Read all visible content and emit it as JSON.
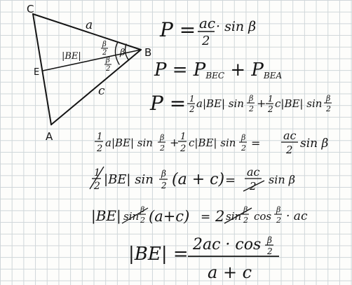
{
  "diagram": {
    "vertices": {
      "C": "C",
      "B": "B",
      "A": "A",
      "E": "E"
    },
    "side_a": "a",
    "side_c": "c",
    "bisector": "|BE|",
    "half_angle_num": "β",
    "half_angle_den": "2",
    "angle_beta": "β"
  },
  "formulas": {
    "line1": {
      "lhs": "P =",
      "frac_num": "ac",
      "frac_den": "2",
      "tail": "· sin β"
    },
    "line2": {
      "lhs": "P = P",
      "sub1": "BEC",
      "mid": " + P",
      "sub2": "BEA"
    },
    "line3": {
      "lhs": "P =",
      "h_num": "1",
      "h_den": "2",
      "t1": "a|BE| sin",
      "b_num": "β",
      "b_den": "2",
      "plus": "+",
      "t2": "c|BE| sin"
    },
    "line4": {
      "h_num": "1",
      "h_den": "2",
      "t1": "a|BE| sin",
      "b_num": "β",
      "b_den": "2",
      "plus": "+",
      "t2": "c|BE| sin",
      "eq": "=",
      "r_num": "ac",
      "r_den": "2",
      "tail": "sin β"
    },
    "line5": {
      "h_num": "1",
      "h_den": "2",
      "t1": "|BE| sin",
      "b_num": "β",
      "b_den": "2",
      "paren": "(a + c)",
      "eq": "=",
      "r_num": "ac",
      "r_den": "2",
      "tail": "sin β"
    },
    "line6": {
      "t1": "|BE|",
      "s1": "sin",
      "b_num": "β",
      "b_den": "2",
      "paren": "(a+c)",
      "eq": "=",
      "two": "2",
      "s2": "sin",
      "cos": "cos",
      "tail": "· ac"
    },
    "line7": {
      "lhs": "|BE| =",
      "num": "2ac · cos",
      "b_num": "β",
      "b_den": "2",
      "den": "a + c"
    }
  }
}
